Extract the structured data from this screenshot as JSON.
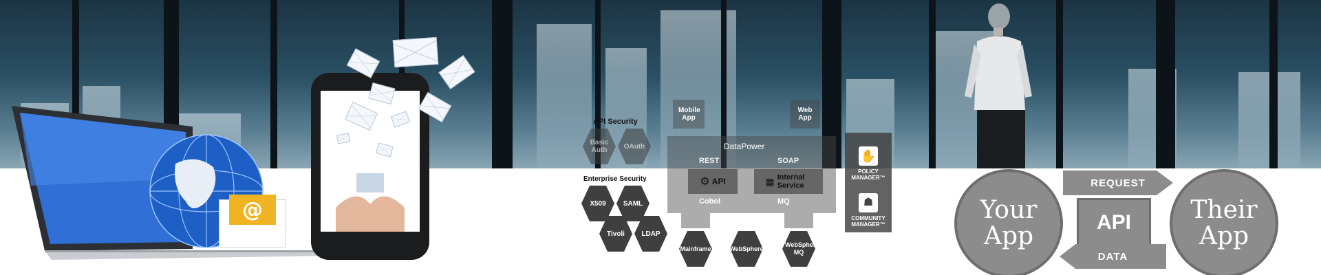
{
  "diagram": {
    "api_security": {
      "title": "API Security",
      "items": [
        "Basic Auth",
        "OAuth"
      ]
    },
    "enterprise_security": {
      "title": "Enterprise Security",
      "items": [
        "X509",
        "SAML",
        "Tivoli",
        "LDAP"
      ]
    },
    "channels": [
      "Mobile App",
      "Web App"
    ],
    "gateway": {
      "name": "DataPower",
      "protocols": [
        "REST",
        "SOAP"
      ],
      "services": [
        "API",
        "Internal Service"
      ],
      "backends": [
        "Cobol",
        "MQ"
      ]
    },
    "managers": [
      "POLICY MANAGER™",
      "COMMUNITY MANAGER™"
    ],
    "systems": [
      "Mainframe",
      "WebSphere",
      "WebSphere MQ"
    ]
  },
  "your_app": {
    "title": "Your App"
  },
  "their_app": {
    "title": "Their App"
  },
  "flow": {
    "request": "REQUEST",
    "api": "API",
    "data": "DATA"
  },
  "email_badge": {
    "symbol": "@"
  },
  "colors": {
    "sky": "#2a4f63",
    "diagram_dark": "#3f3f3f",
    "flow_grey": "#8c8c8c",
    "email_yellow": "#f0b323"
  }
}
